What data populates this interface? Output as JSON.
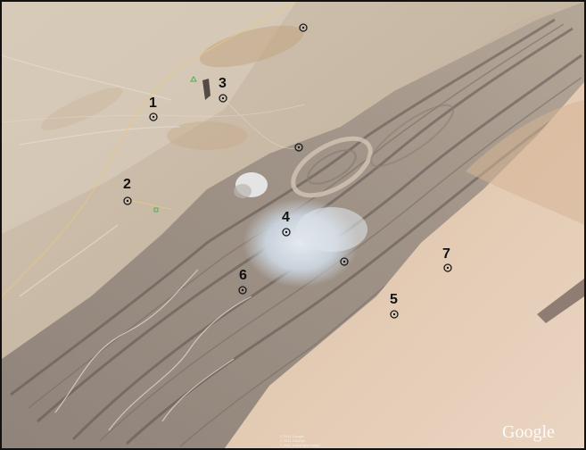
{
  "map": {
    "type": "satellite",
    "logo_text": "Google",
    "credits": [
      "© 2011 Google",
      "© 2011 GeoEye",
      "© 2011 Cnes/Spot Image"
    ],
    "sites": [
      {
        "id": "site-1",
        "label": "1"
      },
      {
        "id": "site-2",
        "label": "2"
      },
      {
        "id": "site-3",
        "label": "3"
      },
      {
        "id": "site-4",
        "label": "4"
      },
      {
        "id": "site-5",
        "label": "5"
      },
      {
        "id": "site-6",
        "label": "6"
      },
      {
        "id": "site-7",
        "label": "7"
      }
    ],
    "colors": {
      "plain": "#c9b9a4",
      "desert": "#e4cbb3",
      "ridge": "#6c625e",
      "salt": "#c9d2dc",
      "road": "#e6c87e",
      "marker": "#1a1a1a"
    }
  }
}
